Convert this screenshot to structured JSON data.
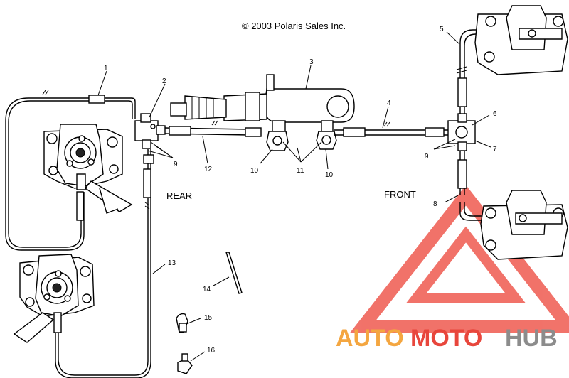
{
  "copyright": "© 2003 Polaris Sales Inc.",
  "section_labels": {
    "rear": "REAR",
    "front": "FRONT"
  },
  "callouts": [
    "1",
    "2",
    "3",
    "4",
    "5",
    "6",
    "7",
    "8",
    "9",
    "9",
    "10",
    "11",
    "10",
    "12",
    "13",
    "14",
    "15",
    "16"
  ],
  "watermark": {
    "part1": "AUTO",
    "part2": "MOTO",
    "part3": "HUB",
    "colors": {
      "orange": "#f4a640",
      "red": "#e8463c",
      "gray": "#8c8c8c",
      "logo": "#ef5a50"
    }
  }
}
